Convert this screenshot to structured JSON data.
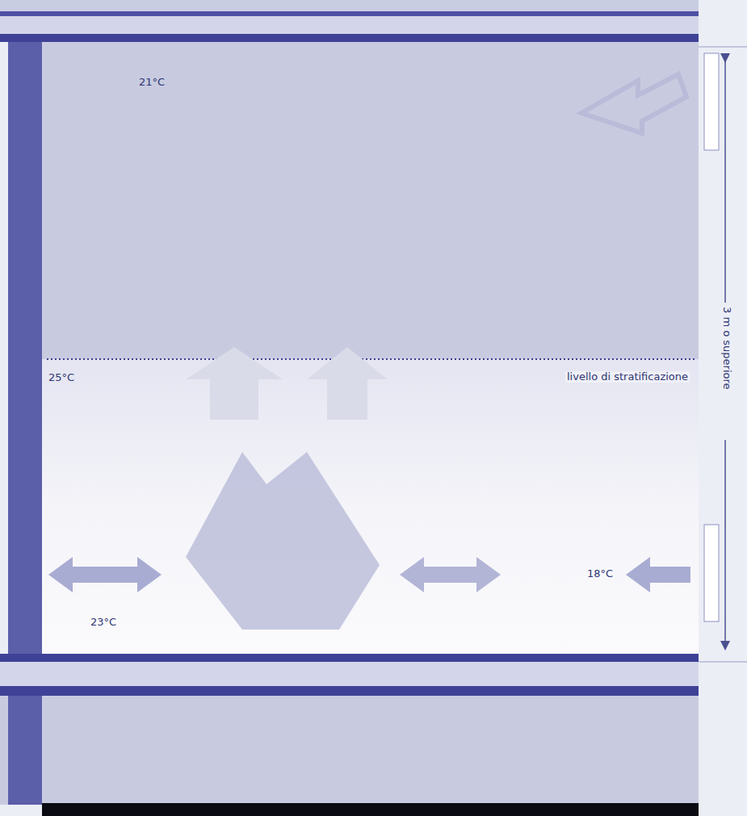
{
  "diagram": {
    "labels": [
      "21°C",
      "25°C",
      "livello di stratificazione",
      "18°C",
      "23°C",
      "3 m o superiore"
    ]
  }
}
